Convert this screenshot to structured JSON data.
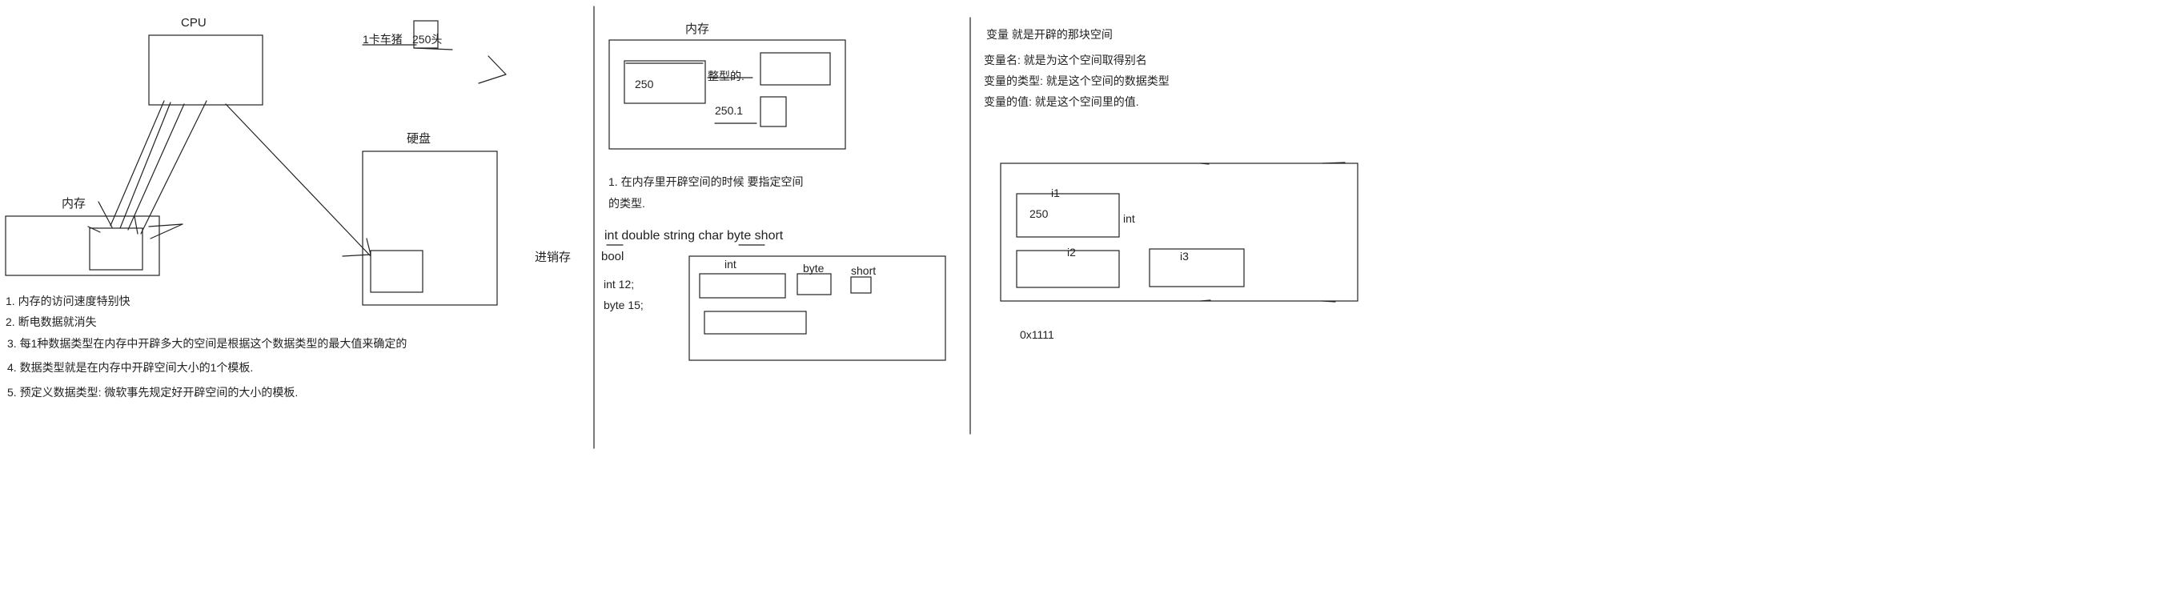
{
  "colors": {
    "ink": "#222222",
    "background": "#ffffff"
  },
  "panel1": {
    "cpu_label": "CPU",
    "truck_note_a": "1卡车猪",
    "truck_note_b": "250头",
    "disk_label": "硬盘",
    "memory_label": "内存",
    "sales_label": "进销存",
    "notes": [
      "1. 内存的访问速度特别快",
      "2. 断电数据就消失",
      "3. 每1种数据类型在内存中开辟多大的空间是根据这个数据类型的最大值来确定的",
      "4. 数据类型就是在内存中开辟空间大小的1个模板.",
      "5. 预定义数据类型: 微软事先规定好开辟空间的大小的模板."
    ]
  },
  "panel2": {
    "memory_label": "内存",
    "value_int": "250",
    "label_int_type": "整型的.",
    "value_float": "250.1",
    "note_line1": "1. 在内存里开辟空间的时候 要指定空间",
    "note_line2": "的类型.",
    "types_line": "int double string char byte short",
    "bool_label": "bool",
    "decl_int": "int 12;",
    "decl_byte": "byte 15;",
    "slot_int": "int",
    "slot_byte": "byte",
    "slot_short": "short"
  },
  "panel3": {
    "line1": "变量 就是开辟的那块空间",
    "line2": "变量名: 就是为这个空间取得别名",
    "line3": "变量的类型: 就是这个空间的数据类型",
    "line4": "变量的值: 就是这个空间里的值.",
    "var_i1": "i1",
    "var_i1_value": "250",
    "var_i1_type": "int",
    "var_i2": "i2",
    "var_i3": "i3",
    "address": "0x1111"
  }
}
